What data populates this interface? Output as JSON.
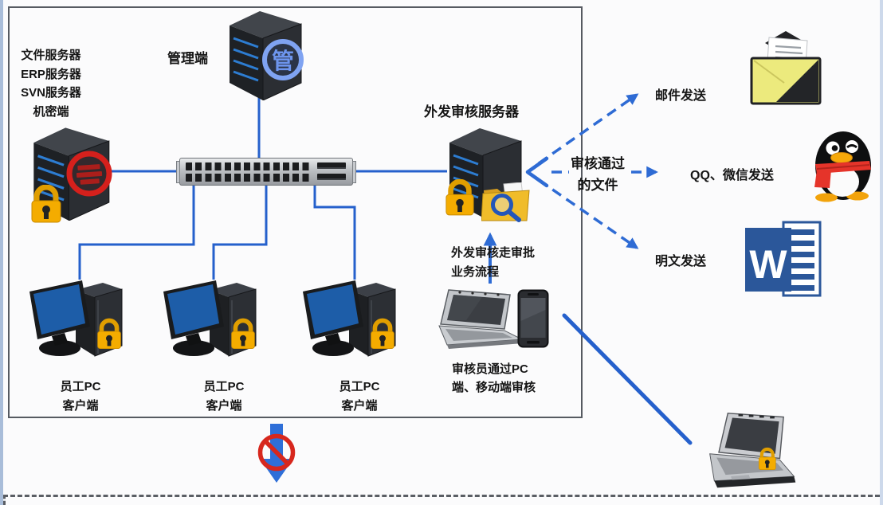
{
  "colors": {
    "line_blue": "#2560cc",
    "arrow_blue": "#2e6bd4",
    "lock_gold": "#f4ac00",
    "alert_red": "#d7271d",
    "word_blue": "#2b579a",
    "screen_blue": "#1d5da8"
  },
  "inner": {
    "server_group": [
      "文件服务器",
      "ERP服务器",
      "SVN服务器",
      "机密端"
    ],
    "management": {
      "label": "管理端",
      "glyph": "管"
    },
    "audit_server": {
      "label": "外发审核服务器"
    },
    "flow_note": [
      "外发审核走审批",
      "业务流程"
    ],
    "auditor_note": [
      "审核员通过PC",
      "端、移动端审核"
    ],
    "pcs": [
      {
        "line1": "员工PC",
        "line2": "客户端"
      },
      {
        "line1": "员工PC",
        "line2": "客户端"
      },
      {
        "line1": "员工PC",
        "line2": "客户端"
      }
    ]
  },
  "outside": {
    "approved": [
      "审核通过",
      "的文件"
    ],
    "channels": [
      {
        "label": "邮件发送",
        "icon": "envelope-icon"
      },
      {
        "label": "QQ、微信发送",
        "icon": "qq-penguin-icon"
      },
      {
        "label": "明文发送",
        "icon": "word-doc-icon",
        "letter": "W"
      }
    ],
    "external_device_icon": "locked-laptop-icon",
    "blocked_path_icon": "prohibition-arrow-icon"
  }
}
